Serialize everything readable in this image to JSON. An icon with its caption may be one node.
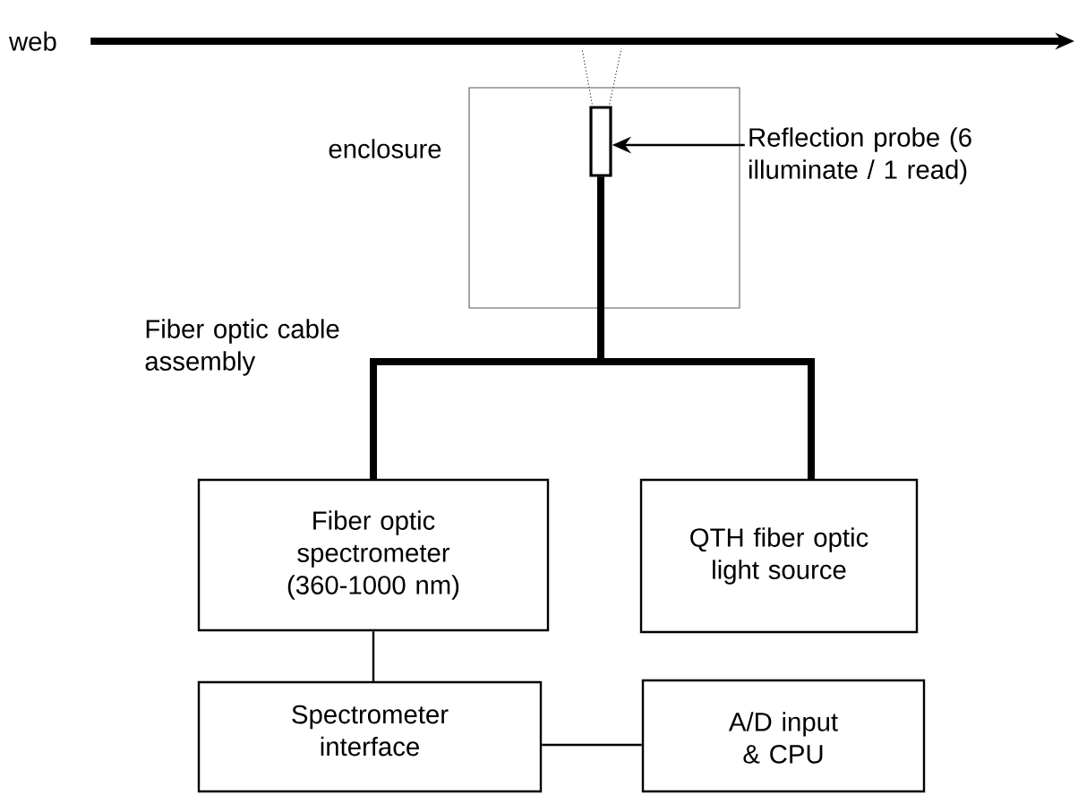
{
  "diagram": {
    "nodes": [
      {
        "text": [
          "web"
        ]
      },
      {
        "text": [
          "enclosure"
        ]
      },
      {
        "text": [],
        "shape": "box",
        "in": 1
      },
      {
        "text": [
          "Reflection probe (6 illuminate / 1 read)"
        ]
      },
      {
        "text": [
          "Fiber optic spectrometer (360-1000 nm)"
        ]
      },
      {
        "text": [
          "QTH fiber optic light source"
        ]
      },
      {
        "text": [
          "Spectrometer interface"
        ]
      },
      {
        "text": [
          "A/D input & CPU"
        ]
      }
    ],
    "edges": [
      {
        "from": 0,
        "to": null,
        "arrow": "to",
        "style": "thick"
      },
      {
        "from": 3,
        "to": 2,
        "arrow": "to"
      },
      {
        "from": 2,
        "to": 4,
        "arrow": "none",
        "style": "thick"
      },
      {
        "from": 2,
        "to": 5,
        "arrow": "none",
        "style": "thick"
      },
      {
        "from": 4,
        "to": 6,
        "arrow": "none"
      },
      {
        "from": 6,
        "to": 7,
        "arrow": "none"
      }
    ],
    "labels": [
      "Fiber optic cable assembly"
    ]
  }
}
